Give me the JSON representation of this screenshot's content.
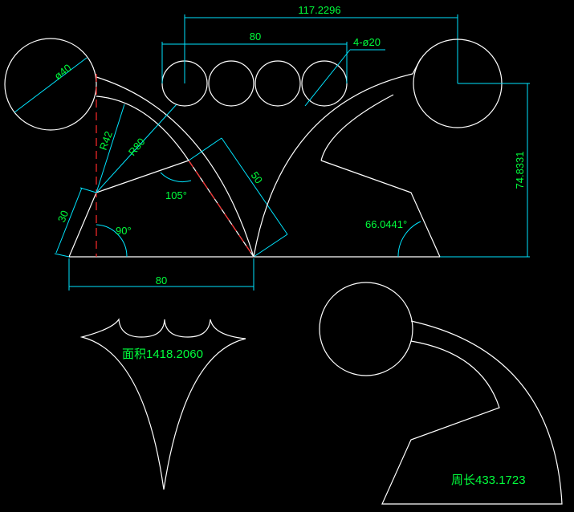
{
  "colors": {
    "background": "#000000",
    "geometry": "#ffffff",
    "dimension": "#00e5ff",
    "text": "#00ff3c",
    "centerline": "#ff2a2a"
  },
  "dims": {
    "top_width": "117.2296",
    "circles_span": "80",
    "circle_spec": "4-ø20",
    "big_circle_dia": "ø40",
    "radius_small": "R42",
    "radius_big": "R80",
    "slant_left": "30",
    "slant_right": "50",
    "angle_90": "90°",
    "angle_105": "105°",
    "angle_66": "66.0441°",
    "base_width": "80",
    "height": "74.8331"
  },
  "results": {
    "area": "面积1418.2060",
    "perimeter": "周长433.1723"
  }
}
